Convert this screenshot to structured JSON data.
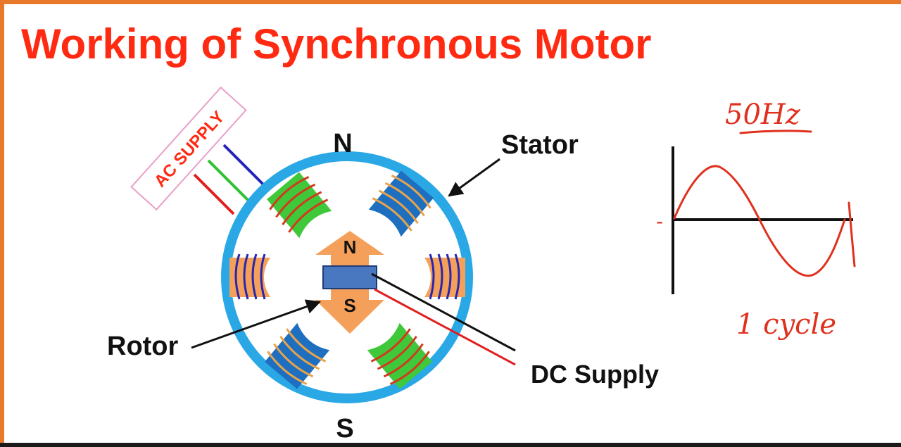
{
  "title": "Working of Synchronous Motor",
  "labels": {
    "ac_supply": "AC SUPPLY",
    "stator_north": "N",
    "stator_south": "S",
    "stator": "Stator",
    "rotor": "Rotor",
    "rotor_north": "N",
    "rotor_south": "S",
    "dc_supply": "DC Supply"
  },
  "handwriting": {
    "frequency": "50Hz",
    "cycle": "1 cycle",
    "axis_mark": "-"
  },
  "colors": {
    "title": "#ff2a12",
    "stator_ring": "#2aa8e6",
    "pole_green": "#3fc83a",
    "pole_blue": "#1f6fc0",
    "pole_orange": "#f5a05a",
    "winding_red": "#d23a1e",
    "winding_blue": "#2626b0",
    "wire_red": "#e02020",
    "wire_green": "#2ec22e",
    "wire_blue": "#2323b8",
    "rotor_bar": "#4a78c0",
    "handwriting": "#e0301e"
  }
}
